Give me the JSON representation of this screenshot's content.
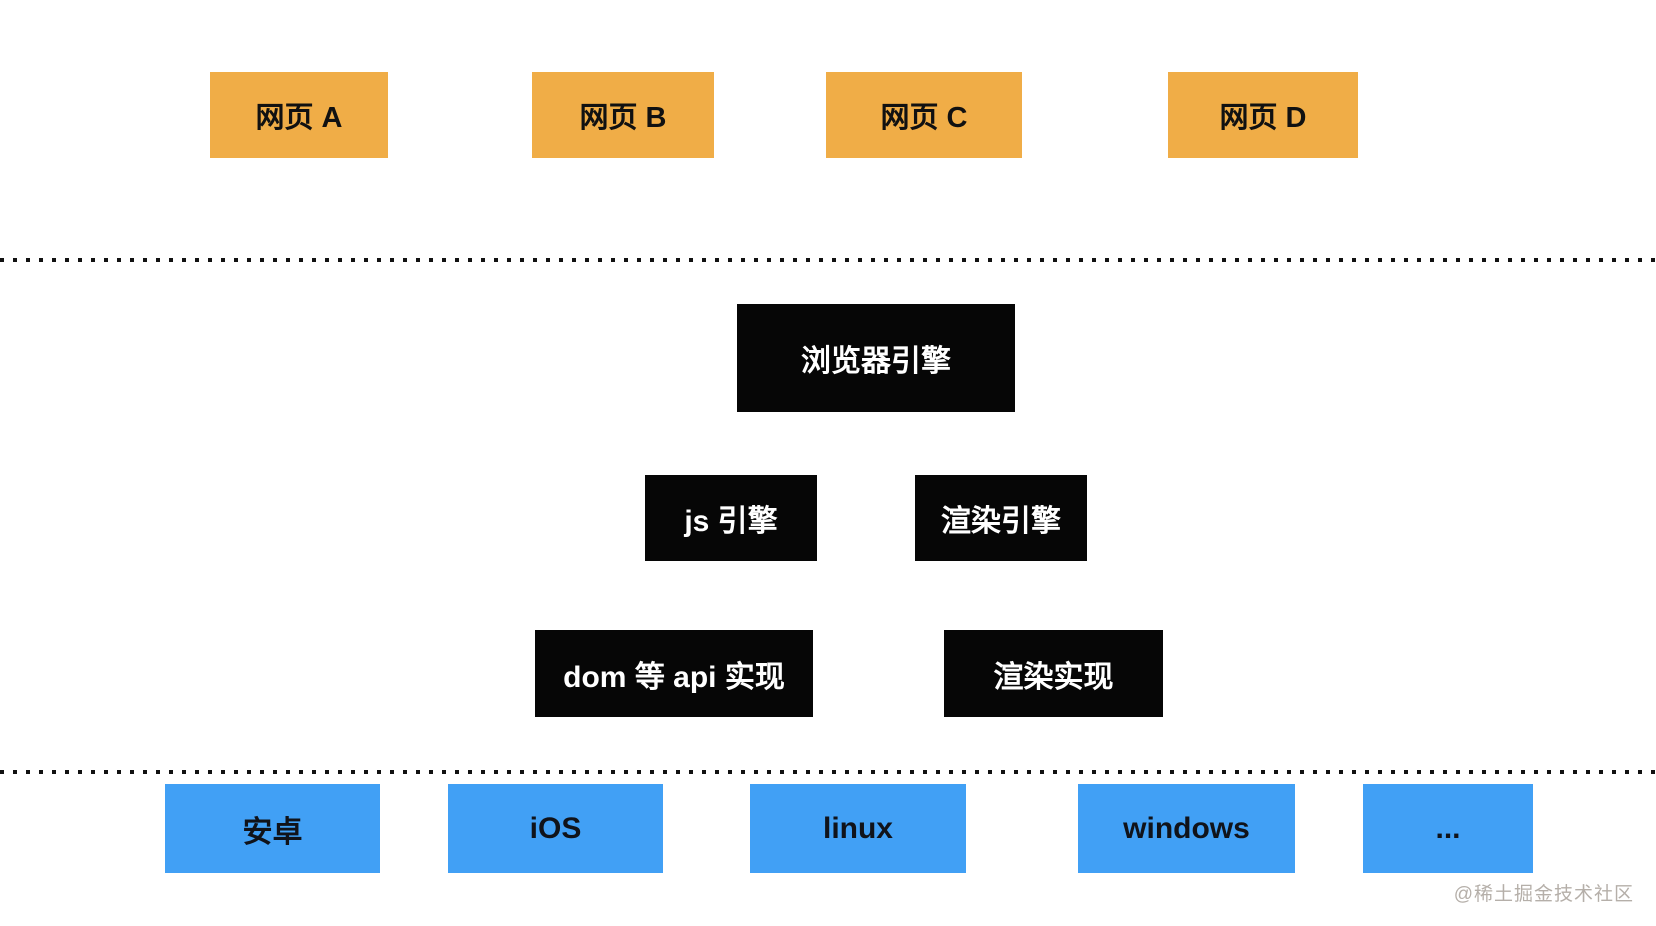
{
  "diagram": {
    "webpages": [
      {
        "label": "网页 A"
      },
      {
        "label": "网页 B"
      },
      {
        "label": "网页 C"
      },
      {
        "label": "网页 D"
      }
    ],
    "browser_engine": {
      "label": "浏览器引擎"
    },
    "engines": [
      {
        "label": "js 引擎"
      },
      {
        "label": "渲染引擎"
      }
    ],
    "implementations": [
      {
        "label": "dom 等 api 实现"
      },
      {
        "label": "渲染实现"
      }
    ],
    "platforms": [
      {
        "label": "安卓"
      },
      {
        "label": "iOS"
      },
      {
        "label": "linux"
      },
      {
        "label": "windows"
      },
      {
        "label": "..."
      }
    ],
    "watermark": {
      "text": "@稀土掘金技术社区"
    },
    "colors": {
      "webpage_box": "#F0AD47",
      "engine_box": "#060606",
      "platform_box": "#41A0F5",
      "text_on_dark": "#ffffff",
      "text_on_light": "#111111",
      "separator": "#111111",
      "watermark": "#b5afa9"
    }
  }
}
